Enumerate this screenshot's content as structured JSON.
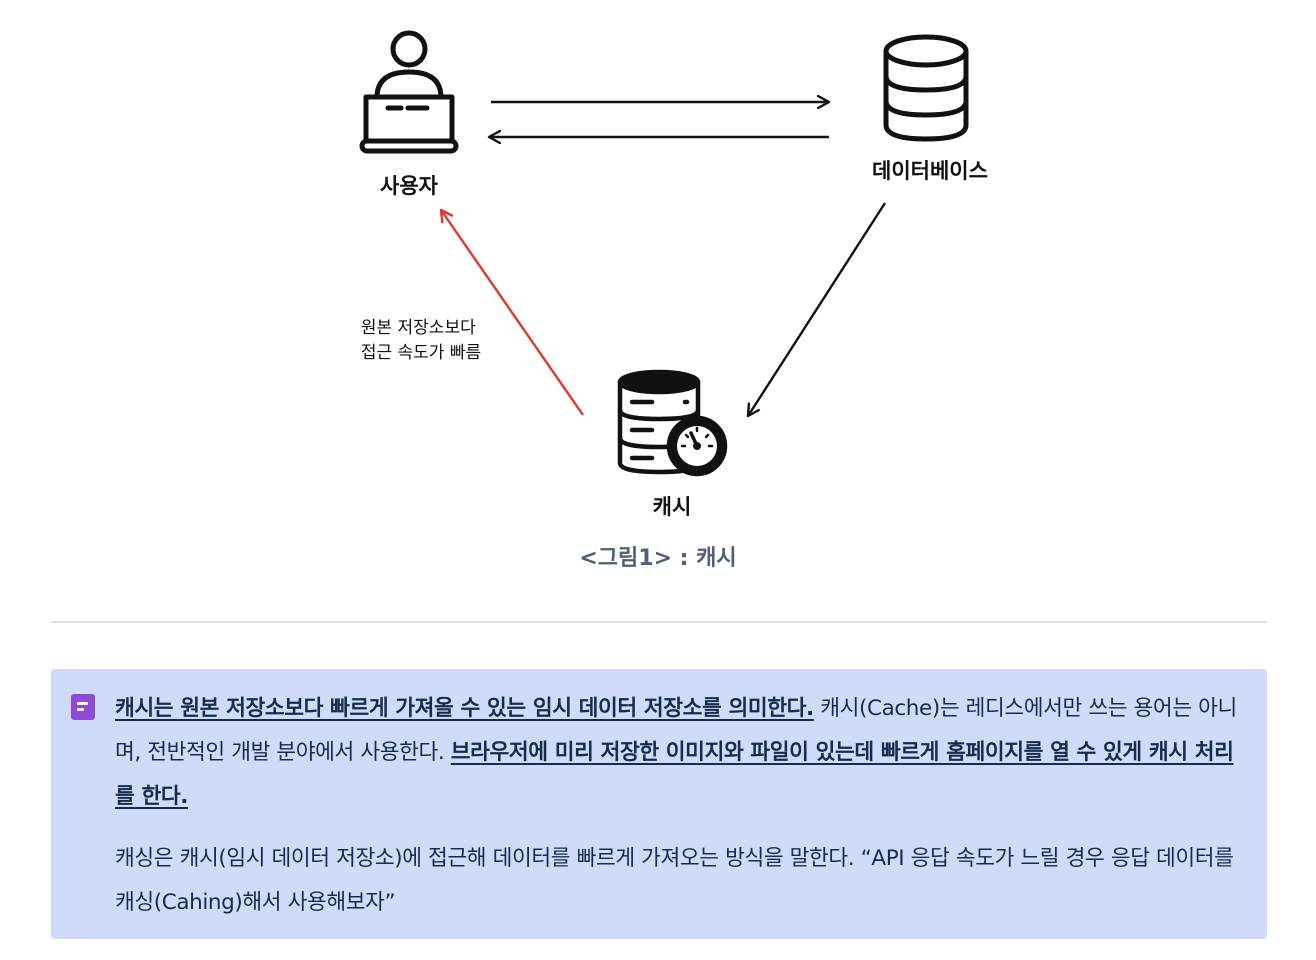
{
  "diagram": {
    "nodes": {
      "user": "사용자",
      "database": "데이터베이스",
      "cache": "캐시"
    },
    "edge_label_line1": "원본 저장소보다",
    "edge_label_line2": "접근 속도가 빠름",
    "caption": "<그림1> : 캐시"
  },
  "colors": {
    "highlight_arrow": "#e0382b",
    "panel_background": "#cfdcf9",
    "panel_icon": "#8f4bd6",
    "caption_text": "#505f79"
  },
  "note": {
    "icon": "note-icon",
    "p1": {
      "strong1": "캐시는 원본 저장소보다 빠르게 가져올 수 있는 임시 데이터 저장소를 의미한다.",
      "text1": " 캐시(Cache)는 레디스에서만 쓰는 용어는 아니며, 전반적인 개발 분야에서 사용한다. ",
      "strong2": "브라우저에 미리 저장한 이미지와 파일이 있는데 빠르게 홈페이지를 열 수 있게 캐시 처리를 한다."
    },
    "p2": "캐싱은 캐시(임시 데이터 저장소)에 접근해 데이터를 빠르게 가져오는 방식을 말한다. “API 응답 속도가 느릴 경우 응답 데이터를 캐싱(Cahing)해서 사용해보자”"
  }
}
